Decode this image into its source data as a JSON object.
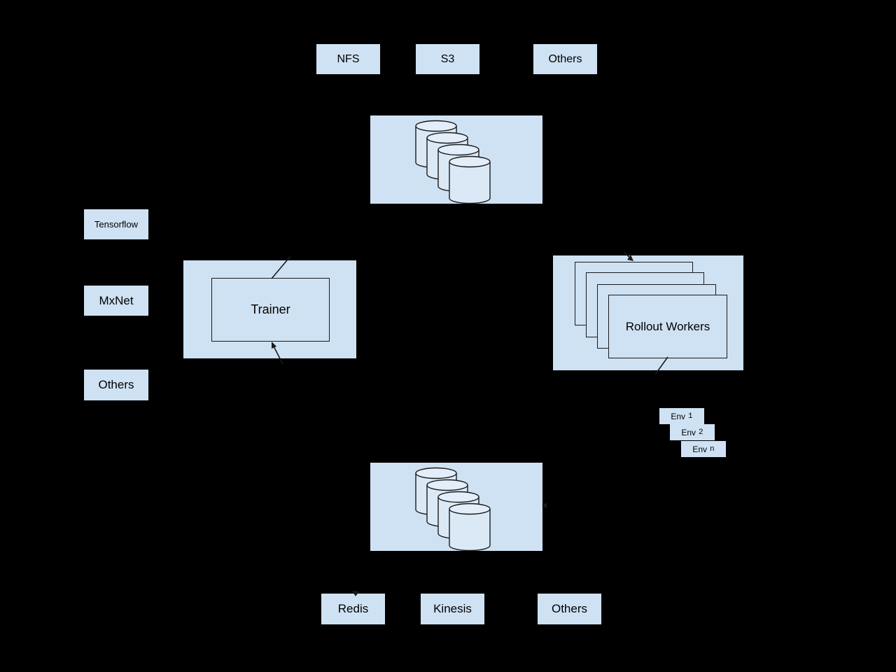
{
  "colors": {
    "background": "#000000",
    "box_fill": "#cfe2f3",
    "cylinder_fill": "#dbe9f7",
    "cylinder_top_fill": "#e3eefa",
    "stroke": "#1a1a1a",
    "text": "#000000"
  },
  "top_row": {
    "items": [
      {
        "label": "NFS"
      },
      {
        "label": "S3"
      },
      {
        "label": "Others"
      }
    ]
  },
  "left_column": {
    "items": [
      {
        "label": "Tensorflow"
      },
      {
        "label": "MxNet"
      },
      {
        "label": "Others"
      }
    ]
  },
  "trainer": {
    "label": "Trainer"
  },
  "rollout_workers": {
    "label": "Rollout Workers"
  },
  "environments": {
    "items": [
      {
        "name": "Env",
        "index": "1"
      },
      {
        "name": "Env",
        "index": "2"
      },
      {
        "name": "Env",
        "index": "n"
      }
    ]
  },
  "bottom_row": {
    "items": [
      {
        "label": "Redis"
      },
      {
        "label": "Kinesis"
      },
      {
        "label": "Others"
      }
    ]
  }
}
